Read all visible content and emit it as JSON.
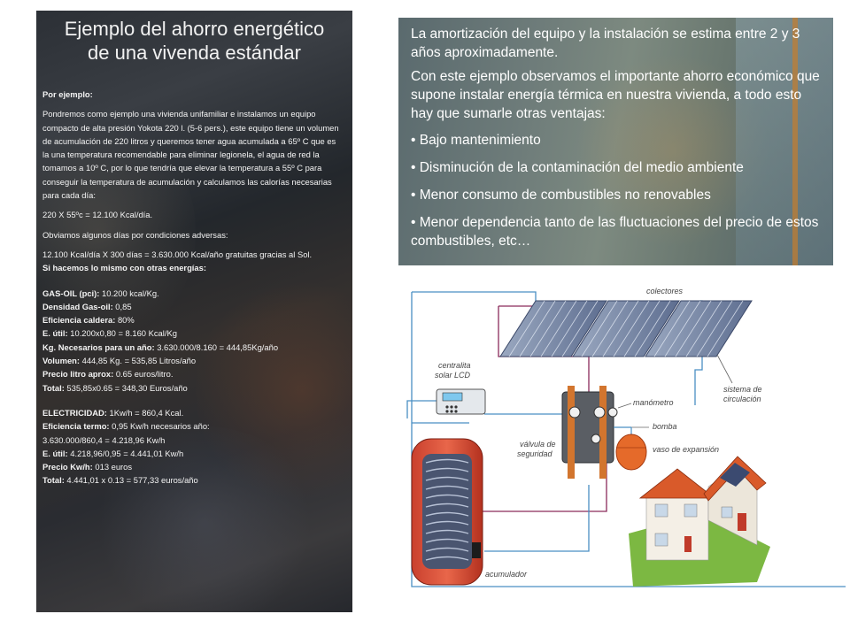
{
  "left": {
    "title_line1": "Ejemplo del ahorro energético",
    "title_line2": "de una vivenda estándar",
    "por_ejemplo": "Por ejemplo:",
    "intro": "Pondremos como ejemplo una vivienda unifamiliar e instalamos un equipo compacto de alta presión Yokota 220 l. (5-6 pers.), este equipo tiene un volumen de acumulación de 220 litros y queremos tener agua acumulada a 65º C que es la una temperatura recomendable para eliminar legionela, el agua de red la tomamos a 10º C, por lo que tendría que elevar la temperatura a 55º C para conseguir la temperatura de acumulación y calculamos las calorías necesarias para cada día:",
    "calc1": "220 X 55ºc = 12.100 Kcal/día.",
    "obviamos": "Obviamos algunos días por condiciones adversas:",
    "calc2": "12.100 Kcal/día X 300 días = 3.630.000 Kcal/año gratuitas gracias al Sol.",
    "si_hacemos": "Si hacemos lo mismo con otras energías:",
    "gas_label": "GAS-OIL (pci):",
    "gas_value": " 10.200 kcal/Kg.",
    "densidad_label": "Densidad Gas-oil:",
    "densidad_value": " 0,85",
    "eficiencia_label": "Eficiencia caldera:",
    "eficiencia_value": " 80%",
    "eutil_label": "E. útil:",
    "eutil_value": " 10.200x0,80 = 8.160 Kcal/Kg",
    "kg_label": "Kg. Necesarios para un año:",
    "kg_value": " 3.630.000/8.160 = 444,85Kg/año",
    "volumen_label": "Volumen:",
    "volumen_value": " 444,85 Kg. = 535,85 Litros/año",
    "precio_label": "Precio litro aprox:",
    "precio_value": " 0.65 euros/litro.",
    "total_label": "Total:",
    "total_value": " 535,85x0.65 = 348,30 Euros/año",
    "elec_label": "ELECTRICIDAD:",
    "elec_value": " 1Kw/h = 860,4 Kcal.",
    "termo_label": "Eficiencia termo:",
    "termo_value": " 0,95 Kw/h necesarios año:",
    "termo_calc": "3.630.000/860,4 = 4.218,96 Kw/h",
    "eutil2_label": "E. útil:",
    "eutil2_value": " 4.218,96/0,95 = 4.441,01 Kw/h",
    "preciokw_label": "Precio Kw/h:",
    "preciokw_value": " 013 euros",
    "total2_label": "Total:",
    "total2_value": " 4.441,01 x 0.13 = 577,33 euros/año"
  },
  "right": {
    "p1": "La amortización del equipo y la instalación se estima entre 2 y 3 años aproximadamente.",
    "p2": "Con este ejemplo observamos el importante ahorro económico que supone instalar energía térmica en nuestra vivienda, a todo esto hay que sumarle otras ventajas:",
    "bullets": [
      "• Bajo mantenimiento",
      "• Disminución de la contaminación del medio ambiente",
      "• Menor consumo de combustibles no renovables",
      "• Menor dependencia tanto de las fluctuaciones del precio de estos combustibles, etc…"
    ]
  },
  "diagram": {
    "colectores": "colectores",
    "centralita1": "centralita",
    "centralita2": "solar LCD",
    "manometro": "manómetro",
    "bomba": "bomba",
    "sistema1": "sistema de",
    "sistema2": "circulación",
    "valvula1": "válvula de",
    "valvula2": "seguridad",
    "vaso": "vaso de expansión",
    "acumulador": "acumulador"
  }
}
